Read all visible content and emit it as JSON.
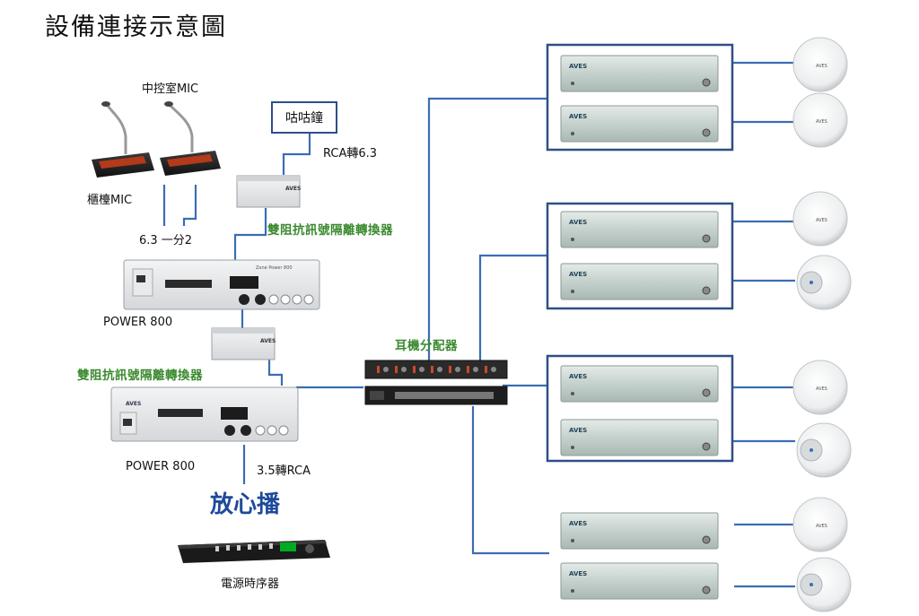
{
  "title": "設備連接示意圖",
  "labels": {
    "control_room_mic": "中控室MIC",
    "counter_mic": "櫃檯MIC",
    "splitter": "6.3 一分2",
    "cuckoo_clock": "咕咕鐘",
    "rca_to_63": "RCA轉6.3",
    "isolator_1": "雙阻抗訊號隔離轉換器",
    "power_1": "POWER 800",
    "isolator_2": "雙阻抗訊號隔離轉換器",
    "power_2": "POWER 800",
    "mini_to_rca": "3.5轉RCA",
    "brand_logo": "放心播",
    "sequencer": "電源時序器",
    "headphone_distributor": "耳機分配器",
    "amp_brand": "AVES",
    "speaker_brand": "AVES"
  },
  "colors": {
    "wire": "#3b6db3",
    "box_border": "#2f4f86",
    "green_label": "#3a8a2e",
    "amp_body": "#c9d3cf",
    "rack_body": "#e6e7e8"
  }
}
